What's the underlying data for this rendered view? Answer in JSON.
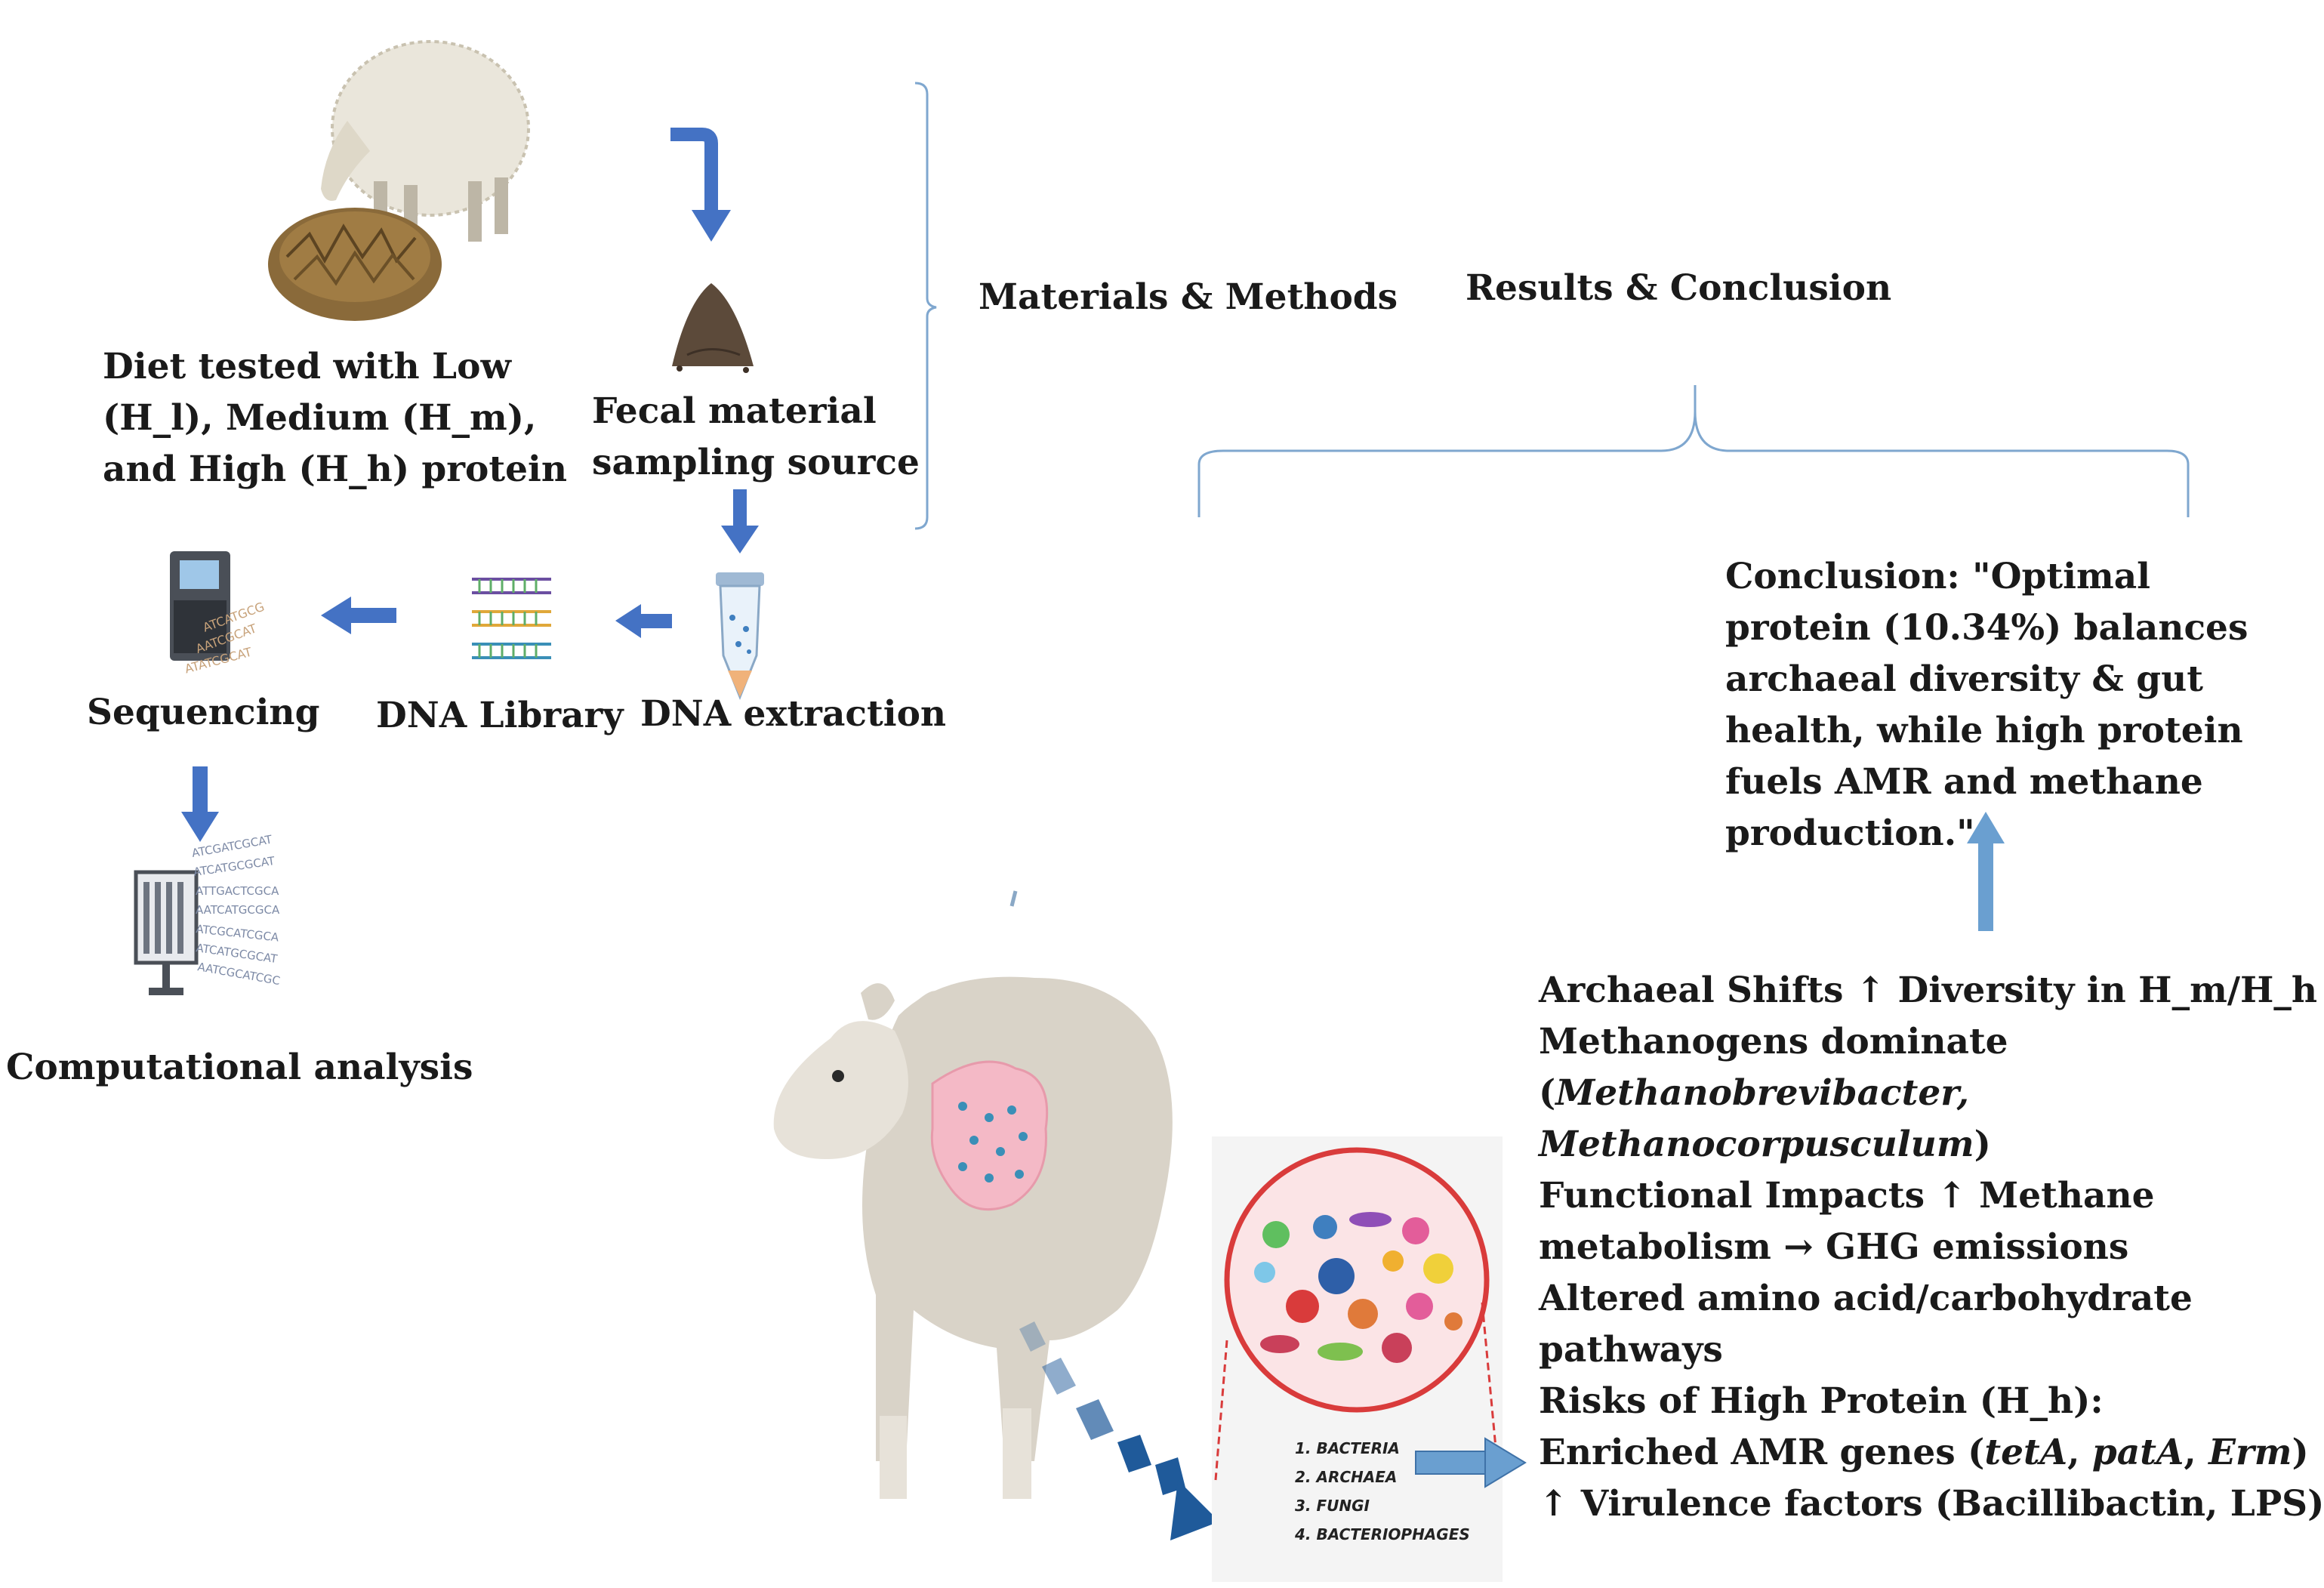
{
  "headers": {
    "materials_methods": "Materials & Methods",
    "results_conclusion": "Results & Conclusion"
  },
  "workflow": {
    "diet": [
      "Diet tested with Low",
      "(H_l), Medium (H_m),",
      "and High (H_h) protein"
    ],
    "fecal": [
      "Fecal material",
      "sampling source"
    ],
    "dna_extraction": "DNA extraction",
    "dna_library": "DNA Library",
    "sequencing": "Sequencing",
    "computational": "Computational analysis"
  },
  "conclusion": [
    "Conclusion: \"Optimal",
    "protein (10.34%) balances",
    "archaeal diversity & gut",
    "health, while high protein",
    "fuels AMR and methane",
    "production.\""
  ],
  "results": {
    "line1": "Archaeal Shifts ↑ Diversity in H_m/H_h",
    "line2": "Methanogens dominate",
    "line3_open": "(",
    "line3_italic": "Methanobrevibacter,",
    "line4_italic": "Methanocorpusculum",
    "line4_close": ")",
    "line5": "Functional Impacts ↑ Methane",
    "line6": "metabolism → GHG emissions",
    "line7": "Altered amino acid/carbohydrate",
    "line8": "pathways",
    "line9": "Risks of High Protein (H_h):",
    "line10_prefix": "Enriched AMR genes (",
    "line10_gene1": "tetA",
    "line10_sep1": ", ",
    "line10_gene2": "patA",
    "line10_sep2": ", ",
    "line10_gene3": "Erm",
    "line10_suffix": ")",
    "line11": "↑ Virulence factors (Bacillibactin, LPS)"
  },
  "microbe_list": [
    "1. BACTERIA",
    "2. ARCHAEA",
    "3. FUNGI",
    "4. BACTERIOPHAGES"
  ],
  "colors": {
    "arrow_blue": "#4472c4",
    "bracket_blue": "#7fa7cf",
    "up_arrow": "#6a9fd0",
    "dark_arrow": "#1f5a9a"
  },
  "icons": [
    "sheep-eating-icon",
    "hay-pile-icon",
    "feces-pile-icon",
    "sequencer-icon",
    "dna-library-icon",
    "tube-icon",
    "computer-dna-icon",
    "sheep-gut-icon",
    "microbe-circle-icon"
  ]
}
